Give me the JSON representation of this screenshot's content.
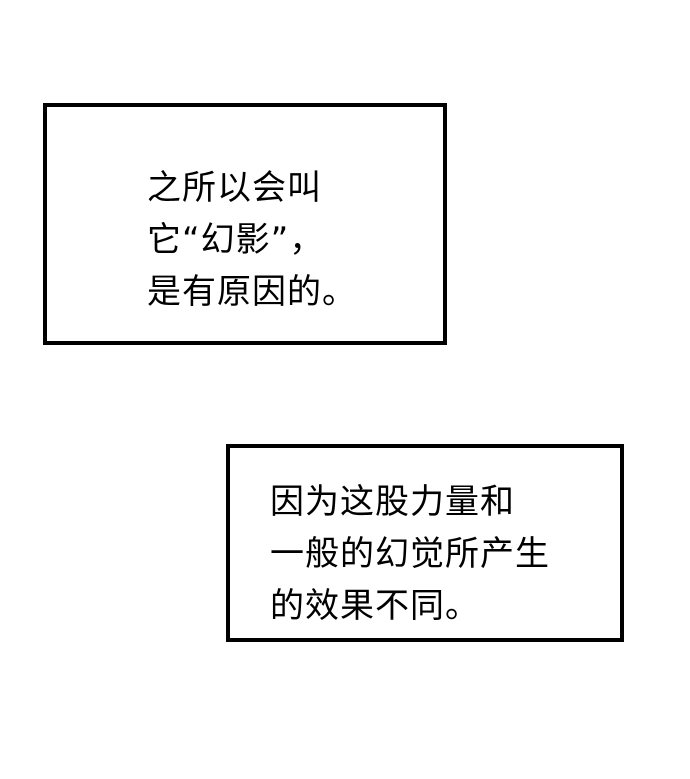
{
  "captions": [
    {
      "lines": [
        "之所以会叫",
        "它“幻影”，",
        "是有原因的。"
      ]
    },
    {
      "lines": [
        "因为这股力量和",
        "一般的幻觉所产生",
        "的效果不同。"
      ]
    }
  ]
}
